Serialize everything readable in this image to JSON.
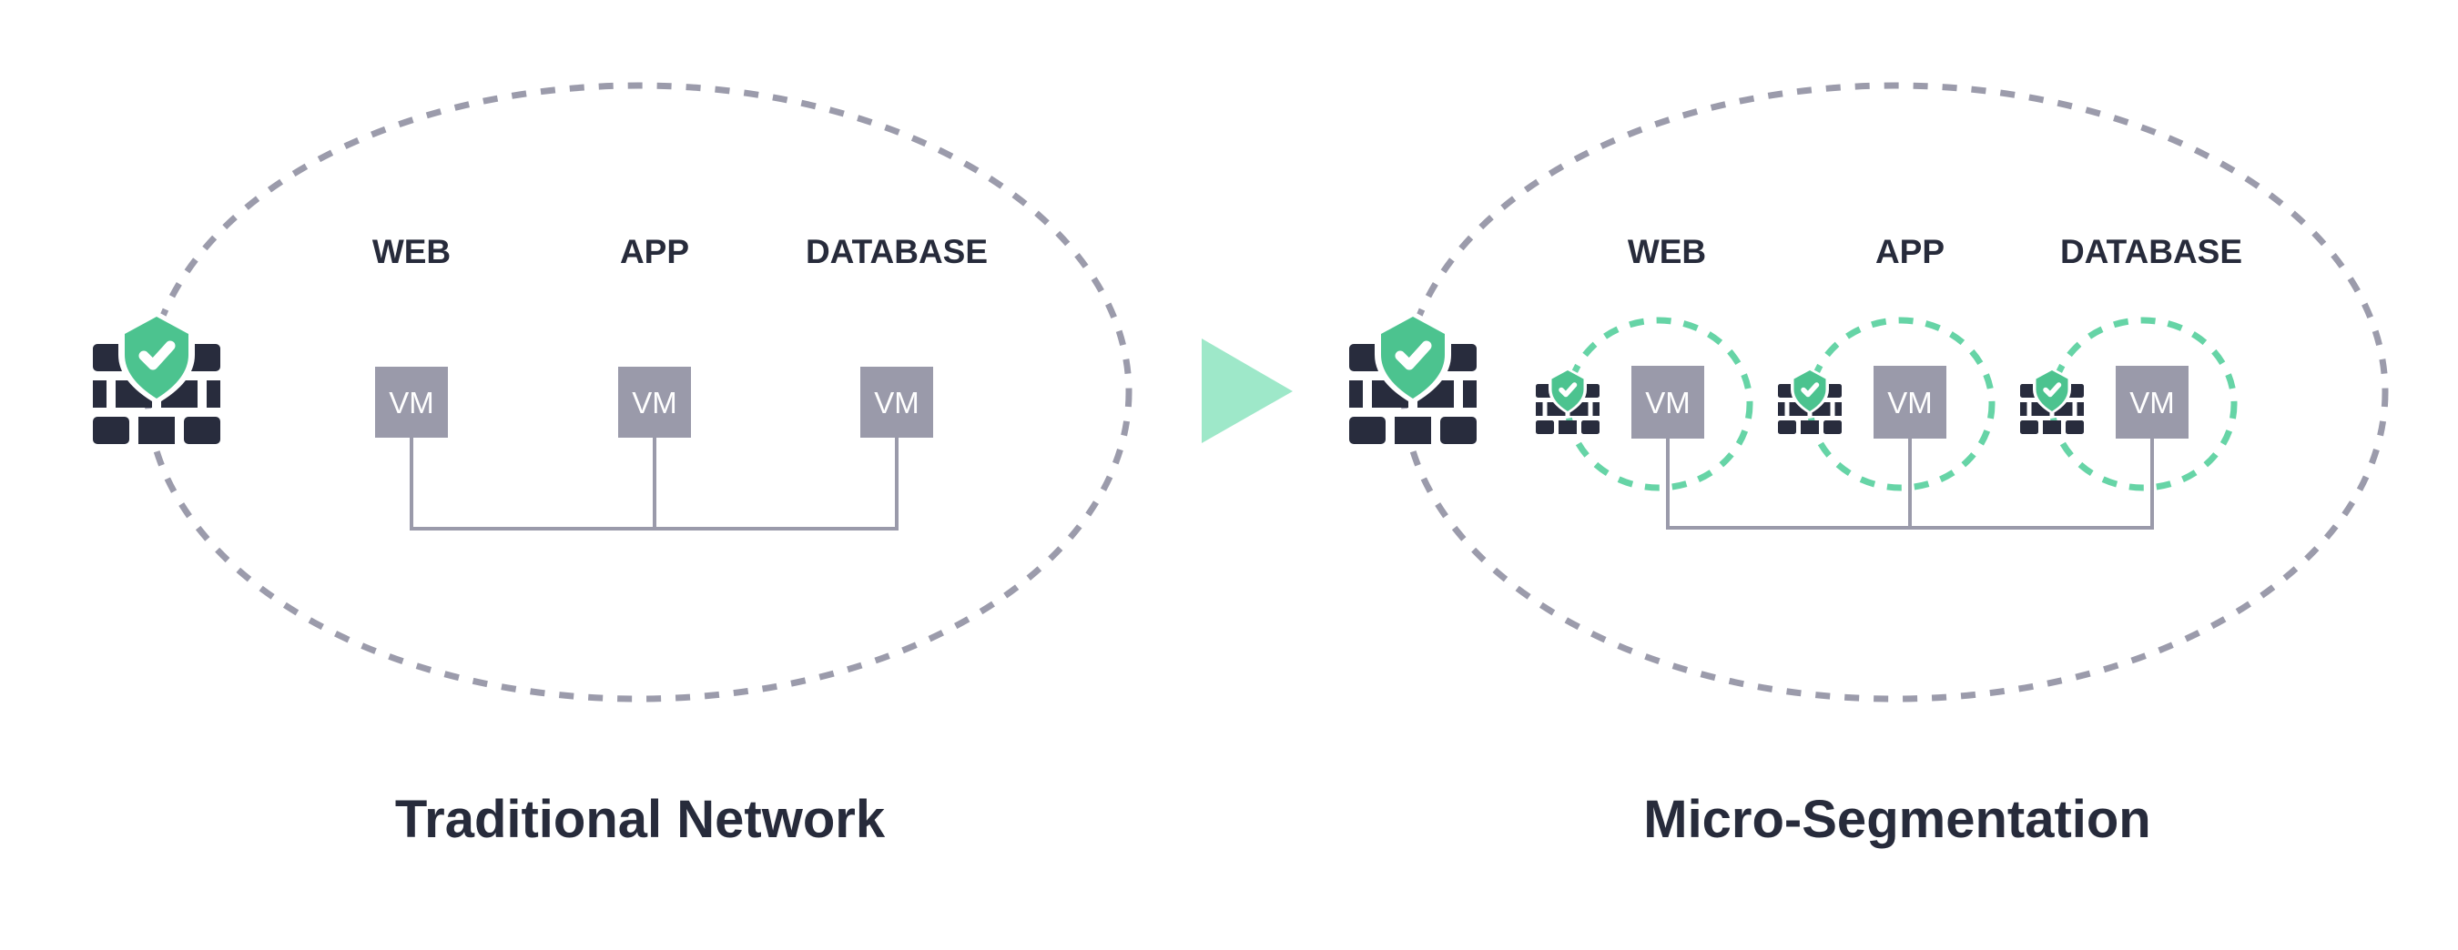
{
  "colors": {
    "boundary": "#9b9bab",
    "vm_box": "#9a9aaa",
    "connector": "#9a9aaa",
    "firewall_wall": "#282c3d",
    "shield": "#4cc38f",
    "micro_boundary": "#66d4a6",
    "arrow": "#9ee8c9",
    "text": "#272b3b"
  },
  "panels": [
    {
      "id": "traditional",
      "caption": "Traditional Network",
      "tiers": [
        {
          "label": "WEB",
          "vm_label": "VM"
        },
        {
          "label": "APP",
          "vm_label": "VM"
        },
        {
          "label": "DATABASE",
          "vm_label": "VM"
        }
      ],
      "perimeter_firewall_icon": "firewall-shield-check-icon",
      "per_vm_firewalls": false
    },
    {
      "id": "micro-segmentation",
      "caption": "Micro-Segmentation",
      "tiers": [
        {
          "label": "WEB",
          "vm_label": "VM"
        },
        {
          "label": "APP",
          "vm_label": "VM"
        },
        {
          "label": "DATABASE",
          "vm_label": "VM"
        }
      ],
      "perimeter_firewall_icon": "firewall-shield-check-icon",
      "per_vm_firewalls": true
    }
  ],
  "transition_icon": "play-arrow-icon"
}
